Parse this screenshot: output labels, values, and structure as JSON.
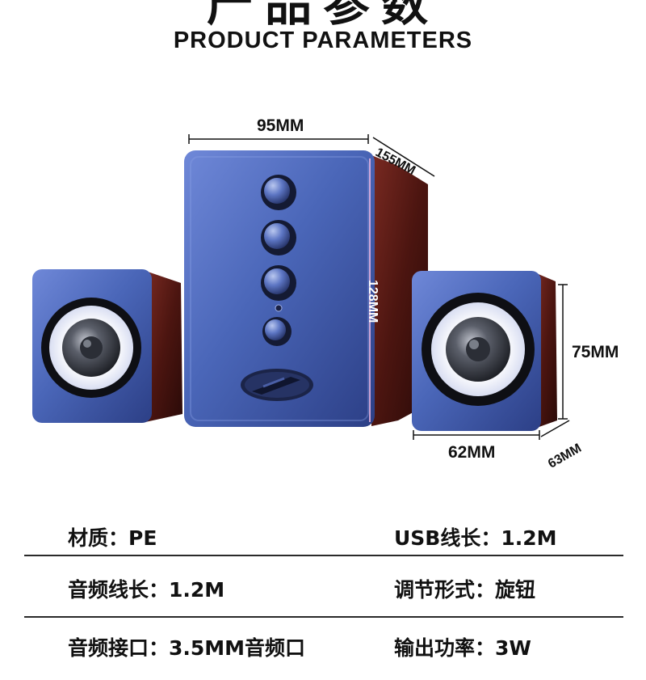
{
  "header": {
    "title_cn": "产品参数",
    "title_en": "PRODUCT PARAMETERS"
  },
  "dimensions": {
    "sub_width": "95MM",
    "sub_depth": "155MM",
    "sub_height": "128MM",
    "sat_height": "75MM",
    "sat_width": "62MM",
    "sat_depth": "63MM"
  },
  "specs": [
    {
      "left": "材质：PE",
      "right": "USB线长：1.2M"
    },
    {
      "left": "音频线长：1.2M",
      "right": "调节形式：旋钮"
    },
    {
      "left": "音频接口：3.5MM音频口",
      "right": "输出功率：3W"
    }
  ],
  "colors": {
    "front_blue": "#4a66b8",
    "side_wood": "#5a1a14",
    "ring_white": "#f4f6ff"
  }
}
